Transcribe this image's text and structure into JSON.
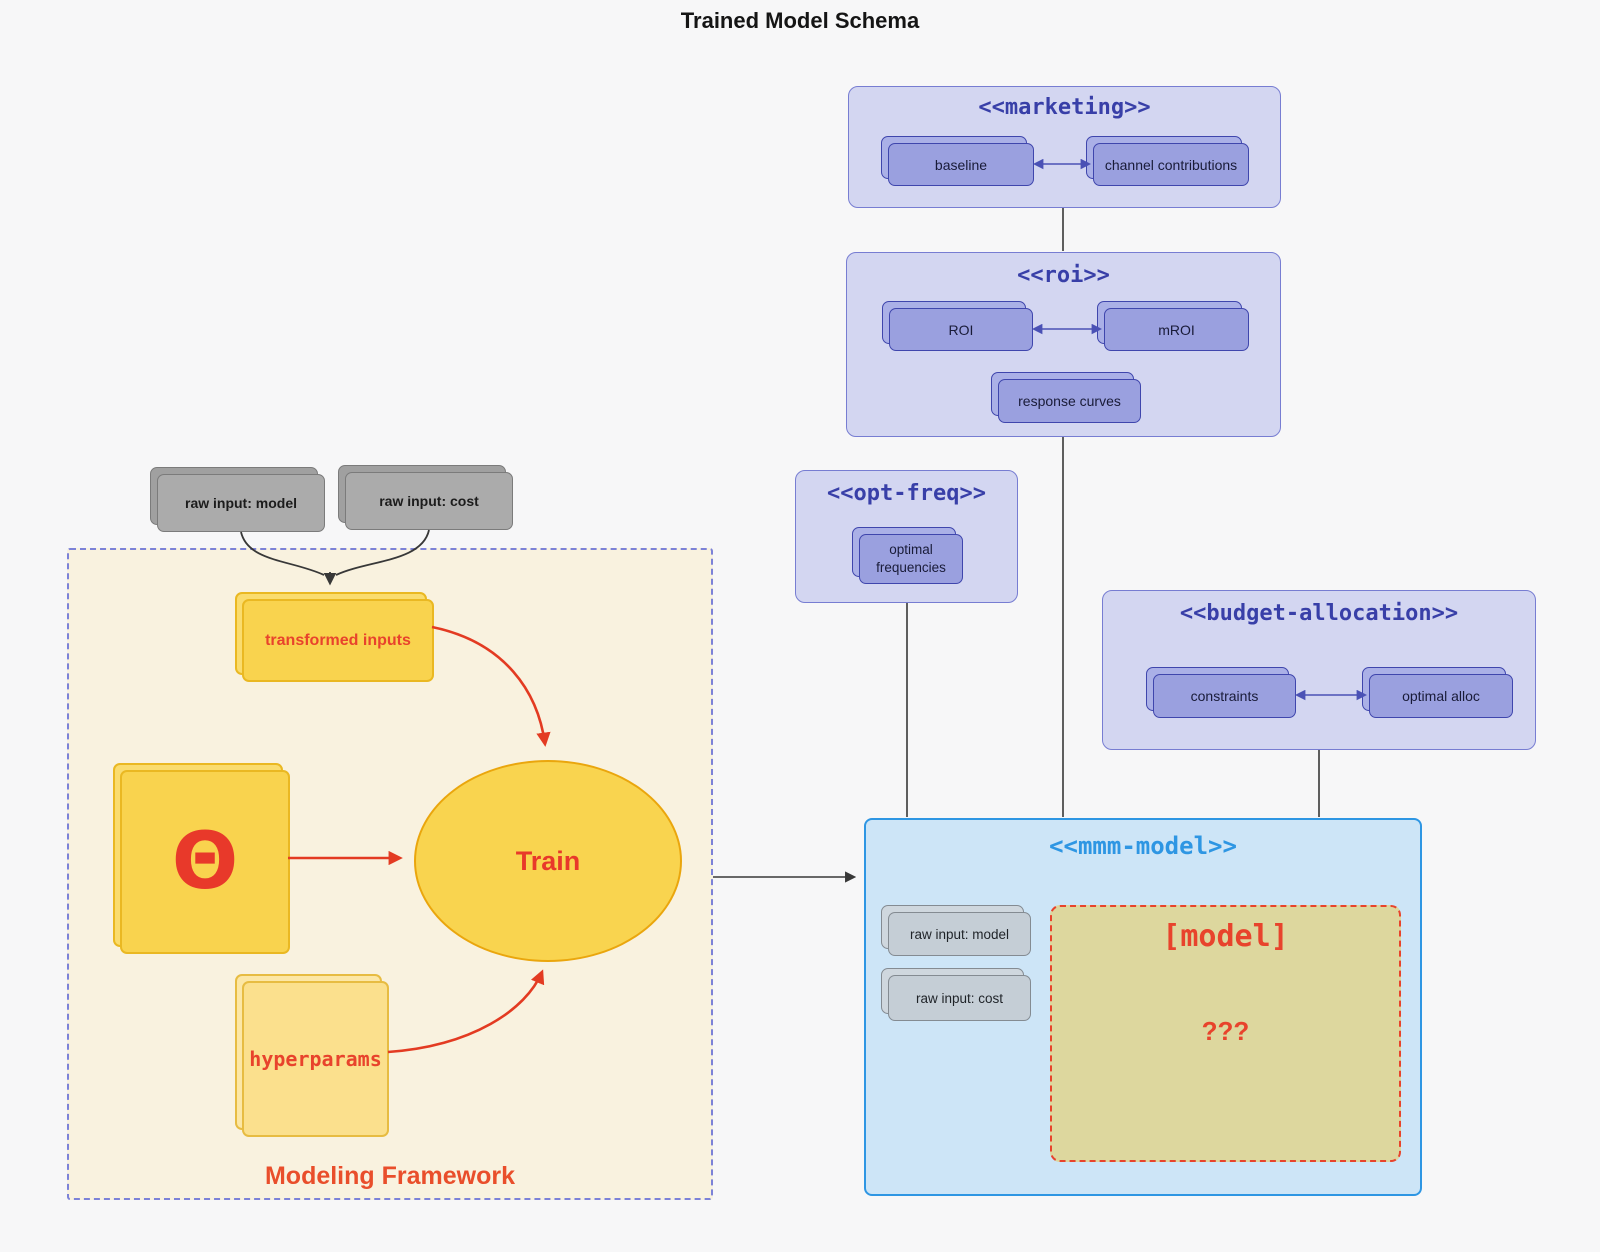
{
  "title": "Trained Model Schema",
  "marketing": {
    "stereotype": "<<marketing>>",
    "baseline": "baseline",
    "channel_contributions": "channel contributions"
  },
  "roi": {
    "stereotype": "<<roi>>",
    "roi": "ROI",
    "mroi": "mROI",
    "response_curves": "response curves"
  },
  "opt_freq": {
    "stereotype": "<<opt-freq>>",
    "optimal_frequencies": "optimal frequencies"
  },
  "budget_allocation": {
    "stereotype": "<<budget-allocation>>",
    "constraints": "constraints",
    "optimal_alloc": "optimal alloc"
  },
  "raw_inputs": {
    "model": "raw input: model",
    "cost": "raw input: cost"
  },
  "modeling_framework": {
    "label": "Modeling Framework",
    "transformed_inputs": "transformed inputs",
    "theta": "Θ",
    "train": "Train",
    "hyperparams": "hyperparams"
  },
  "mmm_model": {
    "stereotype": "<<mmm-model>>",
    "raw_input_model": "raw input: model",
    "raw_input_cost": "raw input: cost",
    "model_placeholder": "[model]",
    "unknown": "???"
  },
  "colors": {
    "background": "#f7f7f8",
    "lavender_container": "#d3d6f1",
    "purple_node": "#9aa0df",
    "purple_border": "#3f46ad",
    "purple_title": "#383fa8",
    "blue_container": "#cde5f7",
    "blue_accent": "#2e96e3",
    "yellow_node": "#f9d34e",
    "yellow_light_node": "#fbe08d",
    "cream_frame": "#f9f2df",
    "khaki_model": "#ddd79e",
    "red_accent": "#e8432c",
    "gray_node": "#ababab",
    "bluegray_node": "#c5ced6",
    "edge_dark": "#383838"
  }
}
